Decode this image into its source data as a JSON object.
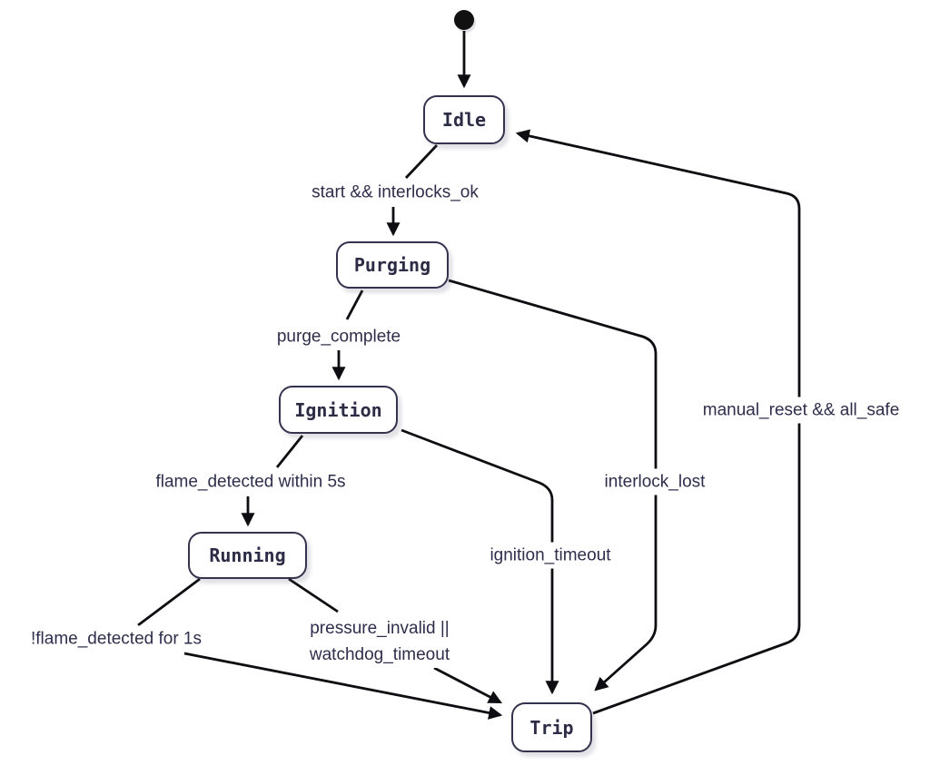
{
  "diagram": {
    "type": "state-machine",
    "background": "#ffffff",
    "colors": {
      "node_border": "#33334e",
      "node_fill": "#ffffff",
      "node_text": "#2c2c47",
      "edge_line": "#0d0d12",
      "edge_label_text": "#2e2e4c",
      "initial_marker": "#111111"
    },
    "initial_state_marker": "filled-circle",
    "states": [
      {
        "id": "idle",
        "label": "Idle"
      },
      {
        "id": "purging",
        "label": "Purging"
      },
      {
        "id": "ignition",
        "label": "Ignition"
      },
      {
        "id": "running",
        "label": "Running"
      },
      {
        "id": "trip",
        "label": "Trip"
      }
    ],
    "transitions": [
      {
        "from": "Idle",
        "to": "Purging",
        "label": "start && interlocks_ok"
      },
      {
        "from": "Purging",
        "to": "Ignition",
        "label": "purge_complete"
      },
      {
        "from": "Ignition",
        "to": "Running",
        "label": "flame_detected within 5s"
      },
      {
        "from": "Running",
        "to": "Trip",
        "label": "!flame_detected for 1s"
      },
      {
        "from": "Running",
        "to": "Trip",
        "label": "pressure_invalid || watchdog_timeout",
        "label_lines": [
          "pressure_invalid ||",
          "watchdog_timeout"
        ]
      },
      {
        "from": "Ignition",
        "to": "Trip",
        "label": "ignition_timeout"
      },
      {
        "from": "Purging",
        "to": "Trip",
        "label": "interlock_lost"
      },
      {
        "from": "Trip",
        "to": "Idle",
        "label": "manual_reset && all_safe"
      },
      {
        "from": "(initial)",
        "to": "Idle",
        "label": ""
      }
    ]
  }
}
